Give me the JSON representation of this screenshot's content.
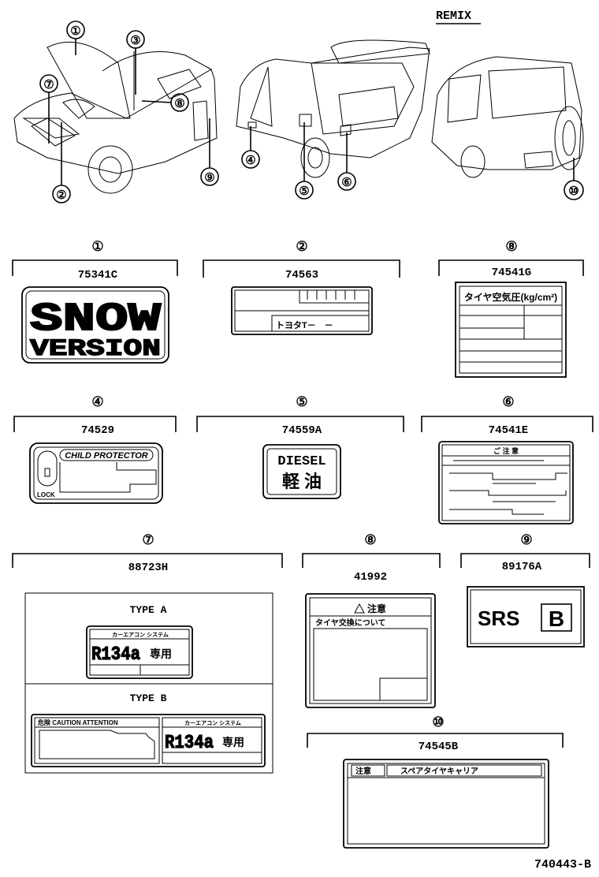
{
  "header": {
    "model": "REMIX",
    "code": "740443-B"
  },
  "callouts": [
    "①",
    "②",
    "③",
    "④",
    "⑤",
    "⑥",
    "⑦",
    "⑧",
    "⑨",
    "⑩"
  ],
  "labels": {
    "l1": {
      "ref": "①",
      "part_no": "75341C",
      "text_line1": "SNOW",
      "text_line2": "VERSION"
    },
    "l2": {
      "ref": "②",
      "part_no": "74563",
      "text": "トヨタT－　－"
    },
    "l8a": {
      "ref": "⑧",
      "part_no": "74541G",
      "text": "タイヤ空気圧(kg/cm²)"
    },
    "l4": {
      "ref": "④",
      "part_no": "74529",
      "text": "CHILD PROTECTOR",
      "lock": "LOCK"
    },
    "l5": {
      "ref": "⑤",
      "part_no": "74559A",
      "text_line1": "DIESEL",
      "text_line2": "軽 油"
    },
    "l6": {
      "ref": "⑥",
      "part_no": "74541E",
      "text": "ご 注 意"
    },
    "l7": {
      "ref": "⑦",
      "part_no": "88723H",
      "type_a": "TYPE A",
      "type_b": "TYPE B",
      "system": "カーエアコン システム",
      "refrigerant": "R134a",
      "exclusive": "専用",
      "caution": "危険 CAUTION ATTENTION"
    },
    "l8b": {
      "ref": "⑧",
      "part_no": "41992",
      "warning": "注意",
      "text": "タイヤ交換について"
    },
    "l9": {
      "ref": "⑨",
      "part_no": "89176A",
      "srs": "SRS",
      "letter": "B"
    },
    "l10": {
      "ref": "⑩",
      "part_no": "74545B",
      "tag": "注意",
      "text": "スペアタイヤキャリア"
    }
  }
}
